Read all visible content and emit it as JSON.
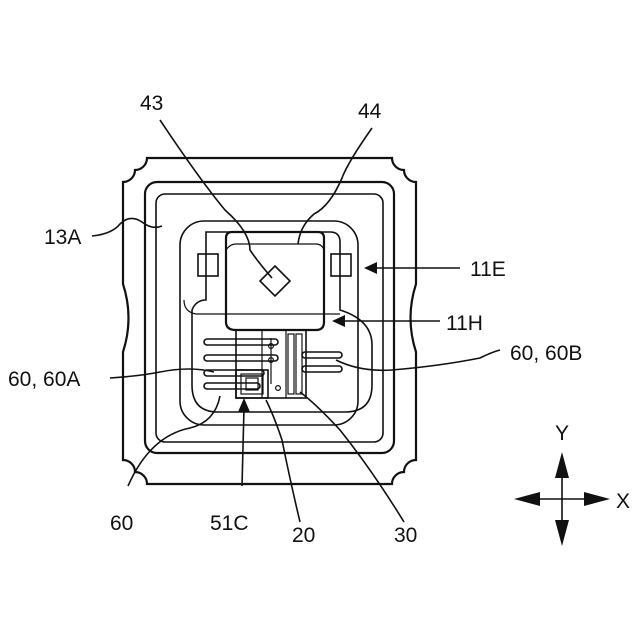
{
  "labels": {
    "l43": "43",
    "l44": "44",
    "l13A": "13A",
    "l11E": "11E",
    "l11H": "11H",
    "l60_60B": "60, 60B",
    "l60_60A": "60, 60A",
    "l60": "60",
    "l51C": "51C",
    "l20": "20",
    "l30": "30"
  },
  "axes": {
    "y": "Y",
    "x": "X"
  }
}
